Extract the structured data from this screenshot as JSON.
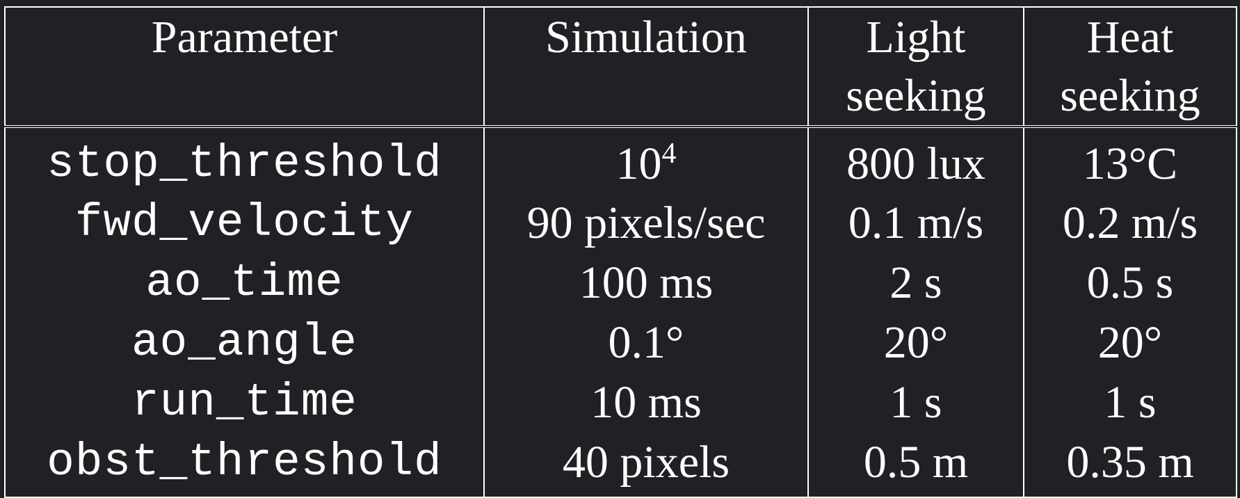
{
  "table": {
    "headers": [
      {
        "lines": [
          "Parameter"
        ]
      },
      {
        "lines": [
          "Simulation"
        ]
      },
      {
        "lines": [
          "Light",
          "seeking"
        ]
      },
      {
        "lines": [
          "Heat",
          "seeking"
        ]
      }
    ],
    "rows": [
      {
        "parameter": "stop_threshold",
        "simulation_base": "10",
        "simulation_sup": "4",
        "light": "800 lux",
        "heat": "13°C"
      },
      {
        "parameter": "fwd_velocity",
        "simulation": "90 pixels/sec",
        "light": "0.1 m/s",
        "heat": "0.2 m/s"
      },
      {
        "parameter": "ao_time",
        "simulation": "100 ms",
        "light": "2 s",
        "heat": "0.5 s"
      },
      {
        "parameter": "ao_angle",
        "simulation": "0.1°",
        "light": "20°",
        "heat": "20°"
      },
      {
        "parameter": "run_time",
        "simulation": "10 ms",
        "light": "1 s",
        "heat": "1 s"
      },
      {
        "parameter": "obst_threshold",
        "simulation": "40 pixels",
        "light": "0.5 m",
        "heat": "0.35 m"
      }
    ]
  }
}
